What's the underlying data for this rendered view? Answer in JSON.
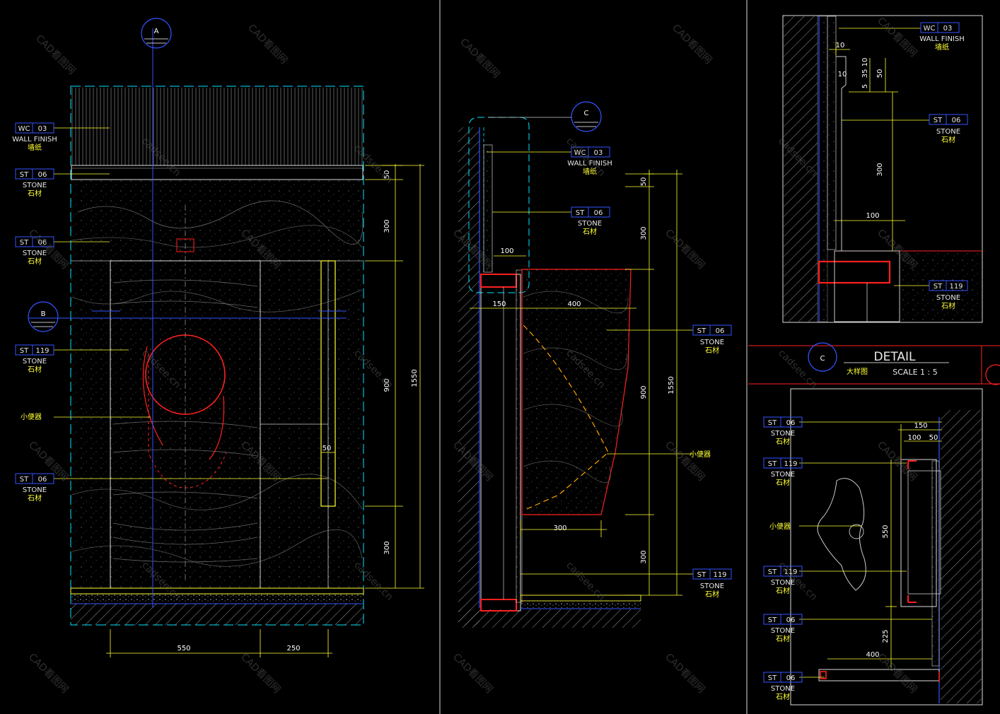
{
  "sheet": {
    "watermark_cn": "CAD看图网",
    "watermark_en": "cadsee.cn"
  },
  "bubbles": {
    "a": "A",
    "b": "B",
    "c_section": "C",
    "c_detail": "C"
  },
  "tags": {
    "wc03": {
      "code": "WC",
      "num": "03",
      "desc": "WALL FINISH",
      "cn": "墙纸"
    },
    "st06": {
      "code": "ST",
      "num": "06",
      "desc": "STONE",
      "cn": "石材"
    },
    "st119": {
      "code": "ST",
      "num": "119",
      "desc": "STONE",
      "cn": "石材"
    },
    "urinal": "小便器"
  },
  "elevation": {
    "dims_vertical": [
      "50",
      "300",
      "900",
      "300",
      "1550"
    ],
    "dims_horizontal": [
      "550",
      "250"
    ],
    "dim_small": "50"
  },
  "section": {
    "dims_vertical": [
      "50",
      "300",
      "900",
      "300",
      "1550"
    ],
    "dims_horizontal": [
      "100",
      "150",
      "400",
      "300"
    ]
  },
  "detail_top": {
    "dims": [
      "10",
      "10",
      "5",
      "35",
      "10",
      "50",
      "300",
      "100"
    ]
  },
  "detail": {
    "title": "DETAIL",
    "subtitle_cn": "大样图",
    "scale": "SCALE  1 : 5",
    "dims": [
      "150",
      "100",
      "50",
      "550",
      "225",
      "400"
    ]
  },
  "colors": {
    "yellow": "#ffff33",
    "cyan": "#00e5ff",
    "blue": "#3355ff",
    "red": "#ff2020",
    "white": "#e8e8e8",
    "grey": "#8a8a8a"
  }
}
